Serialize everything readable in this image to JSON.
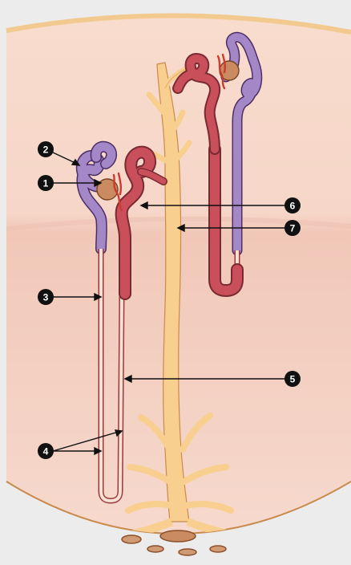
{
  "diagram": {
    "markers": [
      {
        "id": "1",
        "text": "1"
      },
      {
        "id": "2",
        "text": "2"
      },
      {
        "id": "3",
        "text": "3"
      },
      {
        "id": "4",
        "text": "4"
      },
      {
        "id": "5",
        "text": "5"
      },
      {
        "id": "6",
        "text": "6"
      },
      {
        "id": "7",
        "text": "7"
      }
    ],
    "colors": {
      "background": "#ececec",
      "cortex": "#f6d9cc",
      "medulla": "#efc5b7",
      "capsule_outline": "#f2c98f",
      "collecting_duct": "#f8cf8e",
      "collecting_duct_outline": "#c98a4d",
      "proximal_tubule": "#a487c7",
      "distal_tubule": "#c9505a",
      "glomerulus": "#c98b5f",
      "arteriole": "#cc3b2e",
      "marker": "#111111"
    }
  }
}
